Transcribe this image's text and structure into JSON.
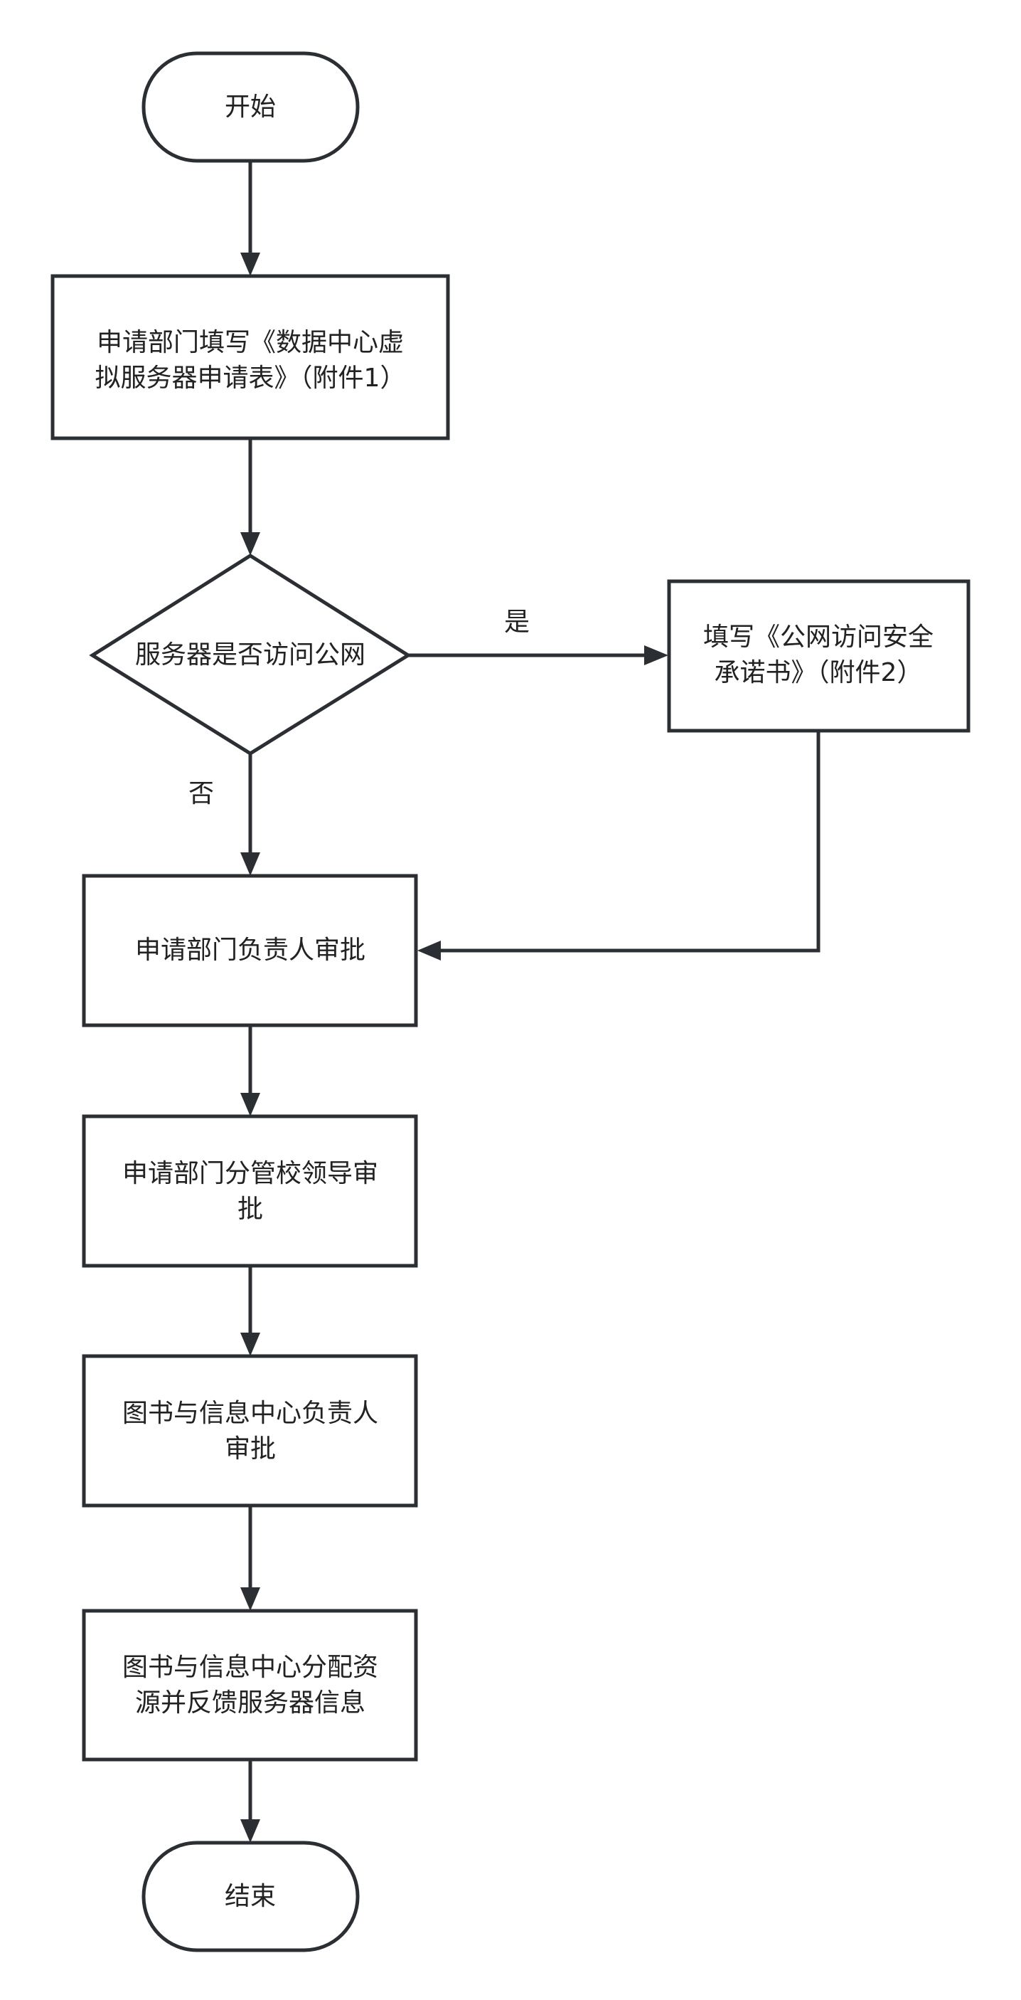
{
  "nodes": {
    "start": {
      "lines": [
        "开始"
      ]
    },
    "fill_form": {
      "lines": [
        "申请部门填写《数据中心虚",
        "拟服务器申请表》（附件1）"
      ]
    },
    "decision": {
      "lines": [
        "服务器是否访问公网"
      ]
    },
    "security_pledge": {
      "lines": [
        "填写《公网访问安全",
        "承诺书》（附件2）"
      ]
    },
    "dept_head": {
      "lines": [
        "申请部门负责人审批"
      ]
    },
    "dept_leader": {
      "lines": [
        "申请部门分管校领导审",
        "批"
      ]
    },
    "lib_head": {
      "lines": [
        "图书与信息中心负责人",
        "审批"
      ]
    },
    "allocate": {
      "lines": [
        "图书与信息中心分配资",
        "源并反馈服务器信息"
      ]
    },
    "end": {
      "lines": [
        "结束"
      ]
    }
  },
  "edges": {
    "yes_label": "是",
    "no_label": "否"
  }
}
